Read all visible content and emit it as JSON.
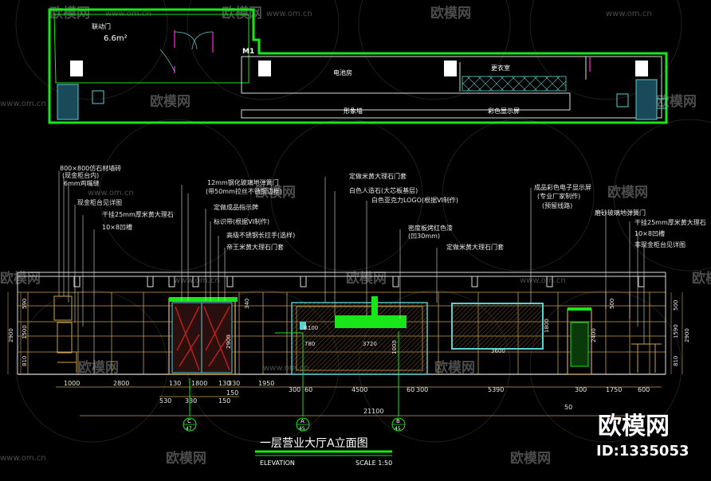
{
  "watermark": {
    "brand": "欧模网",
    "url": "www.om.cn"
  },
  "plan": {
    "room_door": "联动门",
    "area": "6.6m²",
    "door_tag": "M1",
    "battery_room": "电池房",
    "changing_room": "更衣室",
    "image_wall": "形象墙",
    "display_screen": "彩色显示屏"
  },
  "callouts_left": [
    "800×800仿石材墙砖",
    "(现金柜台内)",
    "6mm鸡嘴缝",
    "现金柜台见详图",
    "干挂25mm厚米黄大理石",
    "10×8凹槽"
  ],
  "callouts_mid_left": [
    "12mm钢化玻璃地弹簧门",
    "(带50mm拉丝不锈钢边框)",
    "定做成品指示牌",
    "标识带(根据VI制作)",
    "高级不锈钢长拉手(选样)",
    "帝王米黄大理石门套"
  ],
  "callouts_center": [
    "定做米黄大理石门套",
    "白色人造石(大芯板基层)",
    "白色亚克力LOGO(根据VI制作)",
    "密度板烤红色漆",
    "(凹30mm)",
    "定做米黄大理石门套"
  ],
  "callouts_right": [
    "成品彩色电子显示屏",
    "(专业厂家制作)",
    "(预留线路)",
    "磨砂玻璃地弹簧门",
    "干挂25mm厚米黄大理石",
    "10×8凹槽",
    "非现金柜台见详图"
  ],
  "dims_bottom": [
    "1000",
    "2800",
    "130",
    "1800",
    "130",
    "330",
    "1950",
    "300",
    "60",
    "4500",
    "60",
    "300",
    "5390",
    "300",
    "1750",
    "600"
  ],
  "dims_bottom2": [
    "530",
    "150",
    "150",
    "330"
  ],
  "total_width": "21100",
  "dim_50": "50",
  "dims_left": [
    "590",
    "1500",
    "810",
    "2900"
  ],
  "dims_right": [
    "500",
    "1590",
    "810",
    "2900"
  ],
  "inner_dims": {
    "r": "R100",
    "a": "780",
    "b": "3720",
    "c": "1000",
    "d": "1800",
    "e": "3600",
    "f": "2900",
    "g": "2400",
    "h": "500",
    "i": "340"
  },
  "section_marks": [
    {
      "top": "C",
      "bottom": "47"
    },
    {
      "top": "A",
      "bottom": "45"
    },
    {
      "top": "B",
      "bottom": "45"
    }
  ],
  "drawing_title": "一层营业大厅A立面图",
  "elevation_label": "ELEVATION",
  "scale_label": "SCALE 1:50",
  "brand": {
    "name": "欧模网",
    "id": "ID:1335053"
  },
  "colors": {
    "wall": "#19e619",
    "dim": "#c9a24a",
    "accent": "#ff2ad4",
    "wood": "#c9a24a"
  }
}
